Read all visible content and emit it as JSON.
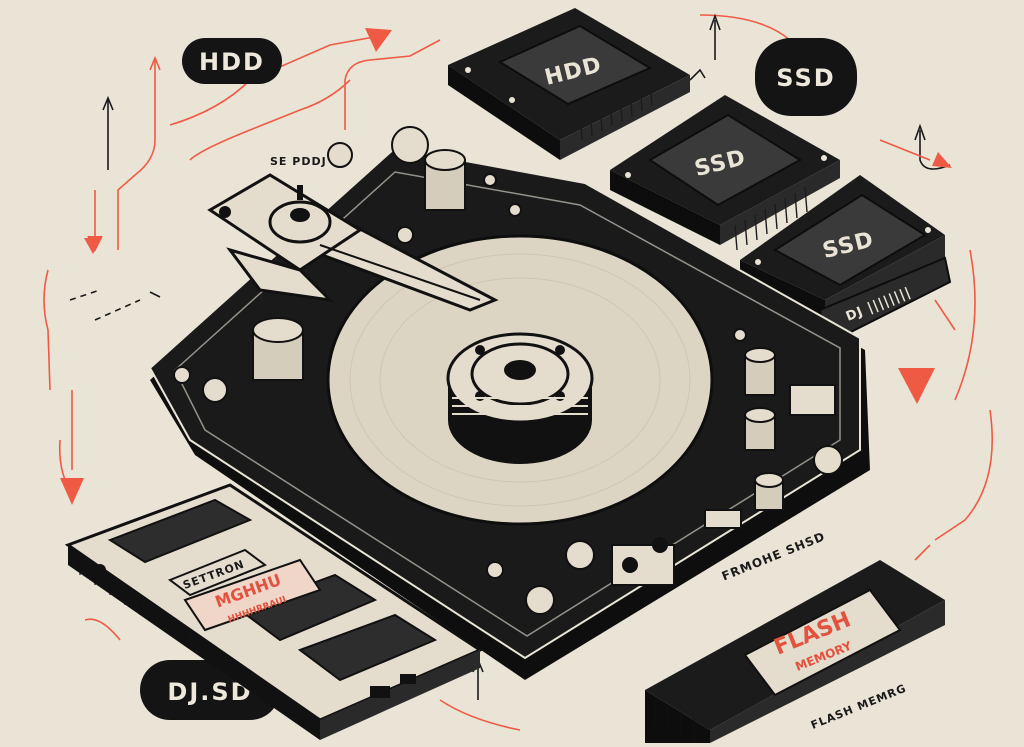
{
  "labels": {
    "hdd_pill": "HDD",
    "ssd_pill": "SSD",
    "d_sd_pill": "DJ.SD",
    "hdd_chip": "HDD",
    "ssd_chip_1": "SSD",
    "ssd_chip_2": "SSD",
    "ssd_side_tag": "DJ ||||||||",
    "drive_stamp": "FRMOHE SHSD",
    "speed_note": "SE PDDJ",
    "ram_label_top": "SETTRON",
    "ram_label_red": "MGHHU",
    "ram_label_red_sub": "HHHHRRAUI",
    "flash_line_1": "FLASH",
    "flash_line_2": "MEMORY",
    "flash_caption": "FLASH MEMRG"
  },
  "colors": {
    "background": "#e9e4d6",
    "ink": "#141414",
    "platter": "#ddd5c3",
    "accent": "#ef5a45",
    "chip_face": "#2d2d2d"
  }
}
